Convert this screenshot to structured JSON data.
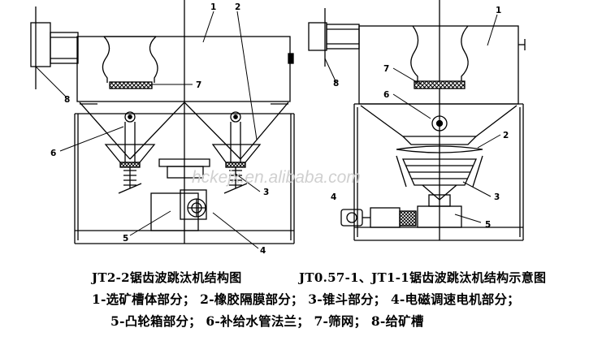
{
  "left_machine": {
    "caption": "JT2-2锯齿波跳汰机结构图",
    "labels": [
      "1",
      "2",
      "7",
      "6",
      "3",
      "5",
      "4",
      "8"
    ]
  },
  "right_machine": {
    "caption": "JT0.57-1、JT1-1锯齿波跳汰机结构示意图",
    "labels": [
      "1",
      "7",
      "6",
      "2",
      "3",
      "4",
      "5",
      "8"
    ]
  },
  "legend": {
    "line1": "1-选矿槽体部分； 2-橡胶隔膜部分； 3-锥斗部分； 4-电磁调速电机部分；",
    "line2": "5-凸轮箱部分；  6-补给水管法兰；  7-筛网；  8-给矿槽"
  },
  "watermark": "hckejx.en.alibaba.com"
}
